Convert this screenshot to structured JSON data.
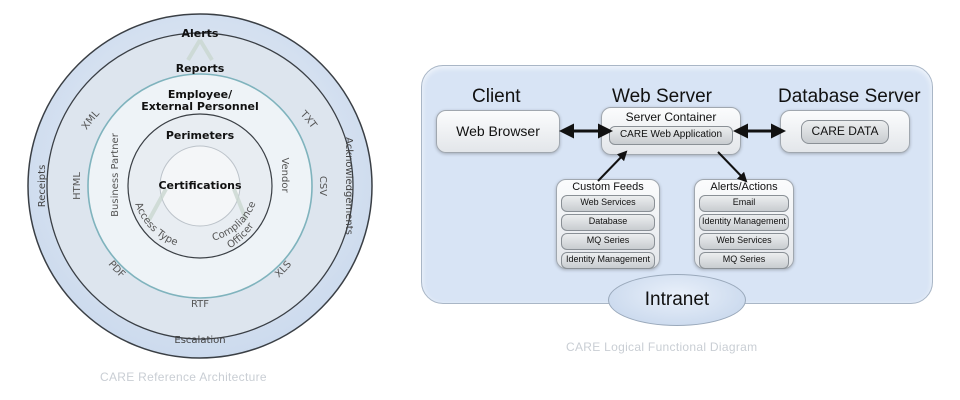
{
  "architecture": {
    "caption": "CARE Reference Architecture",
    "layers": {
      "alerts": "Alerts",
      "reports": "Reports",
      "employee_line1": "Employee/",
      "employee_line2": "External Personnel",
      "perimeters": "Perimeters",
      "certifications": "Certifications"
    },
    "outer_ring": [
      "Receipts",
      "Acknowledgements",
      "Escalation"
    ],
    "formats_ring": [
      "XML",
      "TXT",
      "HTML",
      "CSV",
      "PDF",
      "XLS",
      "RTF"
    ],
    "party_ring": [
      "Business Partner",
      "Vendor"
    ],
    "inner_ring": [
      "Access Type",
      "Compliance",
      "Officer"
    ]
  },
  "functional": {
    "caption": "CARE Logical Functional Diagram",
    "client": {
      "title": "Client",
      "box": "Web Browser"
    },
    "web_server": {
      "title": "Web Server",
      "container_label": "Server Container",
      "app": "CARE Web Application"
    },
    "database": {
      "title": "Database Server",
      "box": "CARE DATA"
    },
    "custom_feeds": {
      "title": "Custom Feeds",
      "items": [
        "Web Services",
        "Database",
        "MQ Series",
        "Identity Management"
      ]
    },
    "alerts_actions": {
      "title": "Alerts/Actions",
      "items": [
        "Email",
        "Identity Management",
        "Web Services",
        "MQ Series"
      ]
    },
    "network": "Intranet"
  }
}
